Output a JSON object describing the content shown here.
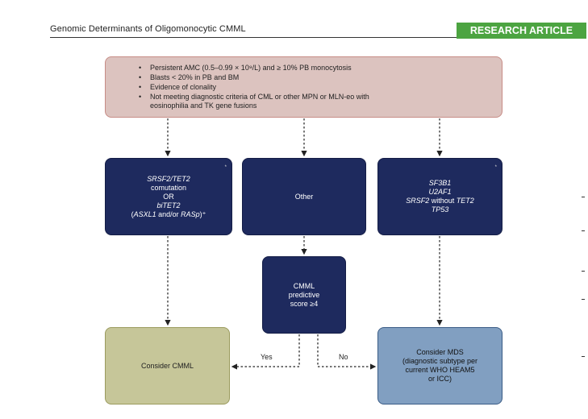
{
  "header": {
    "title": "Genomic Determinants of Oligomonocytic CMML",
    "badge": "RESEARCH ARTICLE"
  },
  "criteria": {
    "items": [
      "Persistent AMC (0.5–0.99 × 10⁹/L) and ≥ 10% PB monocytosis",
      "Blasts < 20% in PB and BM",
      "Evidence of clonality",
      "Not meeting diagnostic criteria of CML or other MPN or MLN-eo with eosinophilia and TK gene fusions"
    ]
  },
  "branches": {
    "srsf2": {
      "line1": "SRSF2/TET2",
      "line2": "comutation",
      "line3": "OR",
      "line4": "biTET2",
      "line5_open": "(",
      "line5_italic": "ASXL1",
      "line5_mid": " and/or ",
      "line5_italic2": "RASp",
      "line5_close": ")⁺",
      "marker": "*"
    },
    "other": {
      "label": "Other"
    },
    "sf3b1": {
      "line1": "SF3B1",
      "line2": "U2AF1",
      "line3_italic": "SRSF2",
      "line3_mid": " without ",
      "line3_italic2": "TET2",
      "line4": "TP53",
      "marker": "*"
    }
  },
  "score": {
    "line1": "CMML",
    "line2": "predictive",
    "line3": "score ≥4"
  },
  "outcomes": {
    "cmml": {
      "label": "Consider CMML"
    },
    "mds": {
      "line1": "Consider MDS",
      "line2": "(diagnostic subtype per",
      "line3": "current WHO HEAM5",
      "line4": "or ICC)"
    }
  },
  "edges": {
    "yes": "Yes",
    "no": "No"
  }
}
